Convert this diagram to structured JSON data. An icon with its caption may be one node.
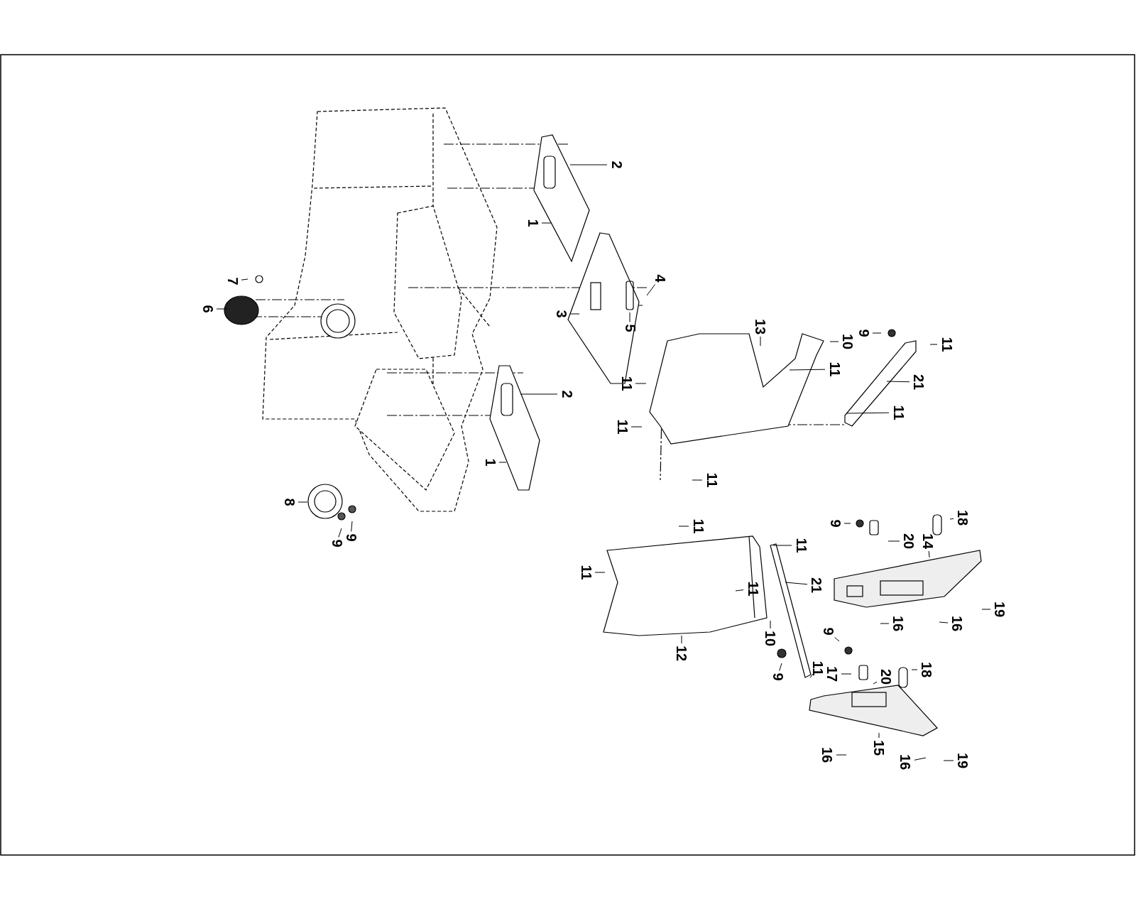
{
  "diagram": {
    "nodes": [
      {
        "text": [
          "2"
        ]
      },
      {
        "text": [
          "1"
        ]
      },
      {
        "text": [
          "4"
        ]
      },
      {
        "text": [
          "7"
        ]
      },
      {
        "text": [
          "6"
        ]
      },
      {
        "text": [
          "3"
        ]
      },
      {
        "text": [
          "5"
        ]
      },
      {
        "text": [
          "13"
        ]
      },
      {
        "text": [
          "9"
        ]
      },
      {
        "text": [
          "10"
        ]
      },
      {
        "text": [
          "11"
        ]
      },
      {
        "text": [
          "11"
        ]
      },
      {
        "text": [
          "21"
        ]
      },
      {
        "text": [
          "11"
        ]
      },
      {
        "text": [
          "2"
        ]
      },
      {
        "text": [
          "11"
        ]
      },
      {
        "text": [
          "11"
        ]
      },
      {
        "text": [
          "1"
        ]
      },
      {
        "text": [
          "11"
        ]
      },
      {
        "text": [
          "8"
        ]
      },
      {
        "text": [
          "18"
        ]
      },
      {
        "text": [
          "9"
        ]
      },
      {
        "text": [
          "11"
        ]
      },
      {
        "text": [
          "9"
        ]
      },
      {
        "text": [
          "9"
        ]
      },
      {
        "text": [
          "20"
        ]
      },
      {
        "text": [
          "14"
        ]
      },
      {
        "text": [
          "11"
        ]
      },
      {
        "text": [
          "11"
        ]
      },
      {
        "text": [
          "21"
        ]
      },
      {
        "text": [
          "11"
        ]
      },
      {
        "text": [
          "19"
        ]
      },
      {
        "text": [
          "16"
        ]
      },
      {
        "text": [
          "16"
        ]
      },
      {
        "text": [
          "10"
        ]
      },
      {
        "text": [
          "9"
        ]
      },
      {
        "text": [
          "12"
        ]
      },
      {
        "text": [
          "18"
        ]
      },
      {
        "text": [
          "11"
        ]
      },
      {
        "text": [
          "17"
        ]
      },
      {
        "text": [
          "20"
        ]
      },
      {
        "text": [
          "9"
        ]
      },
      {
        "text": [
          "15"
        ]
      },
      {
        "text": [
          "16"
        ]
      },
      {
        "text": [
          "19"
        ]
      },
      {
        "text": [
          "16"
        ]
      }
    ],
    "edges": [
      {
        "from": 0,
        "to": null,
        "arrow": "none"
      },
      {
        "from": 1,
        "to": null,
        "arrow": "none"
      },
      {
        "from": 2,
        "to": null,
        "arrow": "none"
      },
      {
        "from": 3,
        "to": null,
        "arrow": "none"
      },
      {
        "from": 4,
        "to": null,
        "arrow": "none"
      },
      {
        "from": 5,
        "to": null,
        "arrow": "none"
      },
      {
        "from": 6,
        "to": null,
        "arrow": "none"
      },
      {
        "from": 7,
        "to": null,
        "arrow": "none"
      },
      {
        "from": 8,
        "to": null,
        "arrow": "none"
      },
      {
        "from": 9,
        "to": null,
        "arrow": "none"
      },
      {
        "from": 10,
        "to": null,
        "arrow": "none"
      },
      {
        "from": 11,
        "to": null,
        "arrow": "none"
      },
      {
        "from": 12,
        "to": null,
        "arrow": "none"
      },
      {
        "from": 13,
        "to": null,
        "arrow": "none"
      },
      {
        "from": 14,
        "to": null,
        "arrow": "none"
      },
      {
        "from": 15,
        "to": null,
        "arrow": "none"
      },
      {
        "from": 16,
        "to": null,
        "arrow": "none"
      },
      {
        "from": 17,
        "to": null,
        "arrow": "none"
      },
      {
        "from": 18,
        "to": null,
        "arrow": "none"
      },
      {
        "from": 19,
        "to": null,
        "arrow": "none"
      },
      {
        "from": 20,
        "to": null,
        "arrow": "none"
      },
      {
        "from": 21,
        "to": null,
        "arrow": "none"
      },
      {
        "from": 22,
        "to": null,
        "arrow": "none"
      },
      {
        "from": 23,
        "to": null,
        "arrow": "none"
      },
      {
        "from": 24,
        "to": null,
        "arrow": "none"
      },
      {
        "from": 25,
        "to": null,
        "arrow": "none"
      },
      {
        "from": 26,
        "to": null,
        "arrow": "none"
      },
      {
        "from": 27,
        "to": null,
        "arrow": "none"
      },
      {
        "from": 28,
        "to": null,
        "arrow": "none"
      },
      {
        "from": 29,
        "to": null,
        "arrow": "none"
      },
      {
        "from": 30,
        "to": null,
        "arrow": "none"
      },
      {
        "from": 31,
        "to": null,
        "arrow": "none"
      },
      {
        "from": 32,
        "to": null,
        "arrow": "none"
      },
      {
        "from": 33,
        "to": null,
        "arrow": "none"
      },
      {
        "from": 34,
        "to": null,
        "arrow": "none"
      },
      {
        "from": 35,
        "to": null,
        "arrow": "none"
      },
      {
        "from": 36,
        "to": null,
        "arrow": "none"
      },
      {
        "from": 37,
        "to": null,
        "arrow": "none"
      },
      {
        "from": 38,
        "to": null,
        "arrow": "none"
      },
      {
        "from": 39,
        "to": null,
        "arrow": "none"
      },
      {
        "from": 40,
        "to": null,
        "arrow": "none"
      },
      {
        "from": 41,
        "to": null,
        "arrow": "none"
      },
      {
        "from": 42,
        "to": null,
        "arrow": "none"
      },
      {
        "from": 43,
        "to": null,
        "arrow": "none"
      },
      {
        "from": 44,
        "to": null,
        "arrow": "none"
      },
      {
        "from": 45,
        "to": null,
        "arrow": "none"
      }
    ]
  }
}
